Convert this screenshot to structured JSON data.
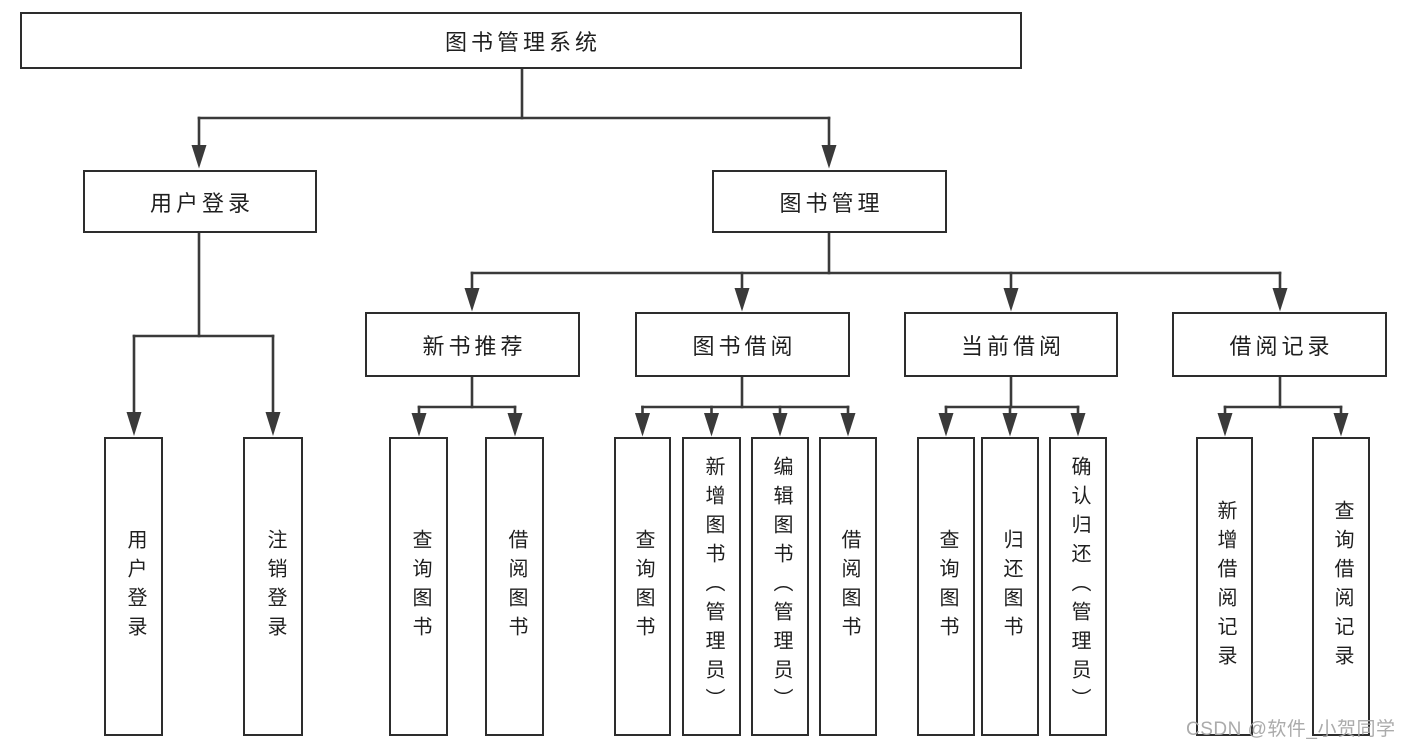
{
  "title": "图书管理系统",
  "watermark": "CSDN @软件_小贺同学",
  "colors": {
    "line": "#3a3a3a",
    "box_border": "#2d2d2d",
    "text": "#1f1f1f",
    "watermark": "#a6a6a6",
    "background": "#ffffff"
  },
  "diagram": {
    "type": "tree",
    "root": {
      "label": "图书管理系统"
    },
    "children": [
      {
        "label": "用户登录",
        "children": [
          {
            "label": "用户登录"
          },
          {
            "label": "注销登录"
          }
        ]
      },
      {
        "label": "图书管理",
        "children": [
          {
            "label": "新书推荐",
            "children": [
              {
                "label": "查询图书"
              },
              {
                "label": "借阅图书"
              }
            ]
          },
          {
            "label": "图书借阅",
            "children": [
              {
                "label": "查询图书"
              },
              {
                "label": "新增图书（管理员）"
              },
              {
                "label": "编辑图书（管理员）"
              },
              {
                "label": "借阅图书"
              }
            ]
          },
          {
            "label": "当前借阅",
            "children": [
              {
                "label": "查询图书"
              },
              {
                "label": "归还图书"
              },
              {
                "label": "确认归还（管理员）"
              }
            ]
          },
          {
            "label": "借阅记录",
            "children": [
              {
                "label": "新增借阅记录"
              },
              {
                "label": "查询借阅记录"
              }
            ]
          }
        ]
      }
    ]
  }
}
